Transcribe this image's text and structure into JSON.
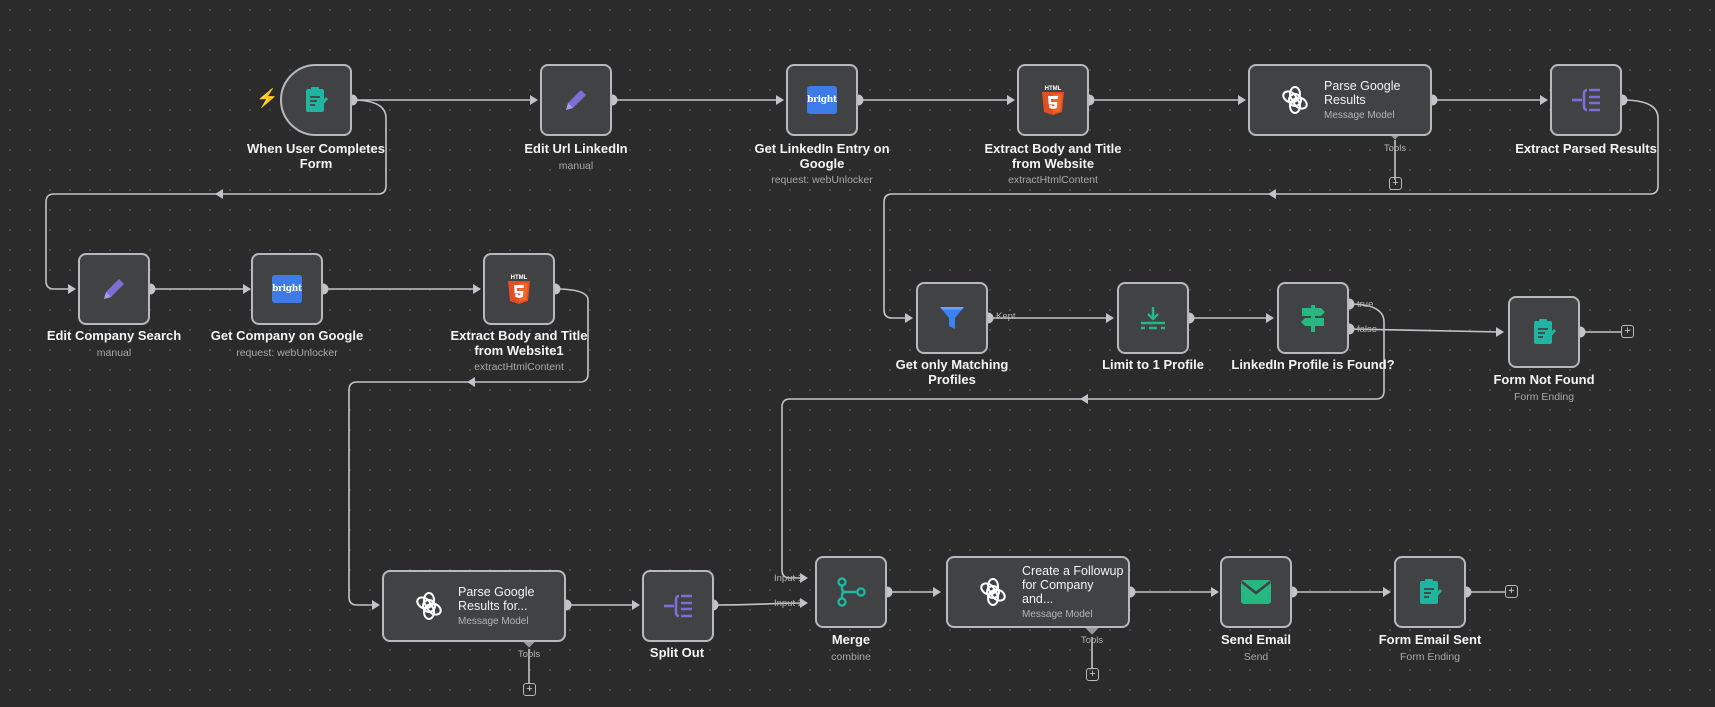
{
  "nodes": {
    "trigger": {
      "title": "When User Completes Form",
      "subtitle": "",
      "icon": "form-trigger-icon"
    },
    "editUrl": {
      "title": "Edit Url LinkedIn",
      "subtitle": "manual",
      "icon": "pencil-icon"
    },
    "getLinkedin": {
      "title": "Get LinkedIn Entry on Google",
      "subtitle": "request: webUnlocker",
      "icon": "brightdata-icon",
      "badge": "bright"
    },
    "extract1": {
      "title": "Extract Body and Title from Website",
      "subtitle": "extractHtmlContent",
      "icon": "html5-icon"
    },
    "parse1": {
      "title": "Parse Google Results",
      "subtitle": "Message Model",
      "icon": "openai-icon",
      "tools": "Tools"
    },
    "extractParsed": {
      "title": "Extract Parsed Results",
      "subtitle": "",
      "icon": "split-icon"
    },
    "editCompany": {
      "title": "Edit Company Search",
      "subtitle": "manual",
      "icon": "pencil-icon"
    },
    "getCompany": {
      "title": "Get Company on Google",
      "subtitle": "request: webUnlocker",
      "icon": "brightdata-icon",
      "badge": "bright"
    },
    "extract2": {
      "title": "Extract Body and Title from Website1",
      "subtitle": "extractHtmlContent",
      "icon": "html5-icon"
    },
    "filter": {
      "title": "Get only Matching Profiles",
      "subtitle": "",
      "icon": "filter-icon",
      "port": "Kept"
    },
    "limit": {
      "title": "Limit to 1 Profile",
      "subtitle": "",
      "icon": "limit-icon"
    },
    "ifFound": {
      "title": "LinkedIn Profile is Found?",
      "subtitle": "",
      "icon": "if-signpost-icon",
      "ports": [
        "true",
        "false"
      ]
    },
    "formNotFound": {
      "title": "Form Not Found",
      "subtitle": "Form Ending",
      "icon": "form-icon"
    },
    "parse2": {
      "title": "Parse Google Results for...",
      "subtitle": "Message Model",
      "icon": "openai-icon",
      "tools": "Tools"
    },
    "splitOut": {
      "title": "Split Out",
      "subtitle": "",
      "icon": "split-icon"
    },
    "merge": {
      "title": "Merge",
      "subtitle": "combine",
      "icon": "merge-icon",
      "ports": [
        "Input 1",
        "Input 2"
      ]
    },
    "followup": {
      "title": "Create a Followup for Company and...",
      "subtitle": "Message Model",
      "icon": "openai-icon",
      "tools": "Tools"
    },
    "sendEmail": {
      "title": "Send Email",
      "subtitle": "Send",
      "icon": "email-icon"
    },
    "formSent": {
      "title": "Form Email Sent",
      "subtitle": "Form Ending",
      "icon": "form-icon"
    }
  },
  "colors": {
    "background": "#2b2b2b",
    "edge": "#c4c4c8",
    "teal": "#1fb5a0",
    "purple": "#7b6fd6",
    "green": "#27b882",
    "filter_blue": "#3b82f6",
    "html_orange": "#e44d26",
    "trigger_bolt": "#ff6d5a"
  }
}
